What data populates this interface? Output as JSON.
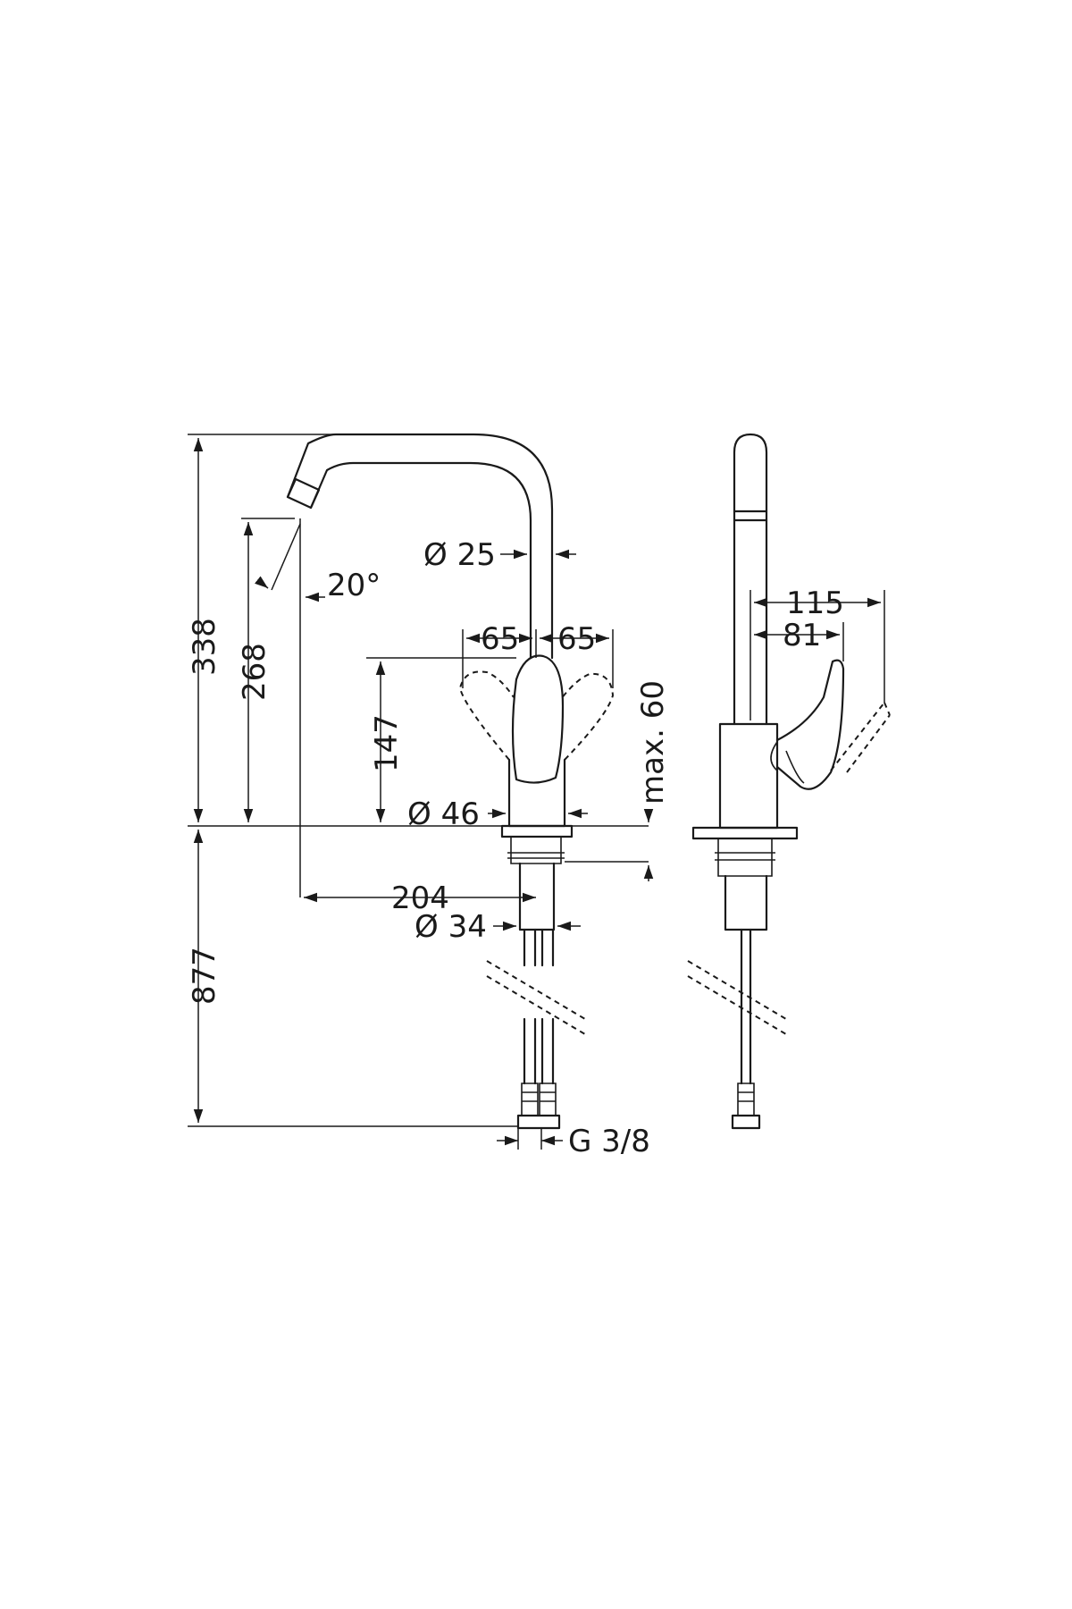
{
  "dimensions": {
    "height_total": "338",
    "spout_height": "268",
    "lever_height": "147",
    "below_counter": "877",
    "reach": "204",
    "spout_diameter": "Ø 25",
    "body_diameter": "Ø 46",
    "shank_diameter": "Ø 34",
    "lever_left": "65",
    "lever_right": "65",
    "spout_angle": "20°",
    "counter_thickness": "max. 60",
    "connection": "G 3/8",
    "side_lever_total": "115",
    "side_lever": "81"
  }
}
